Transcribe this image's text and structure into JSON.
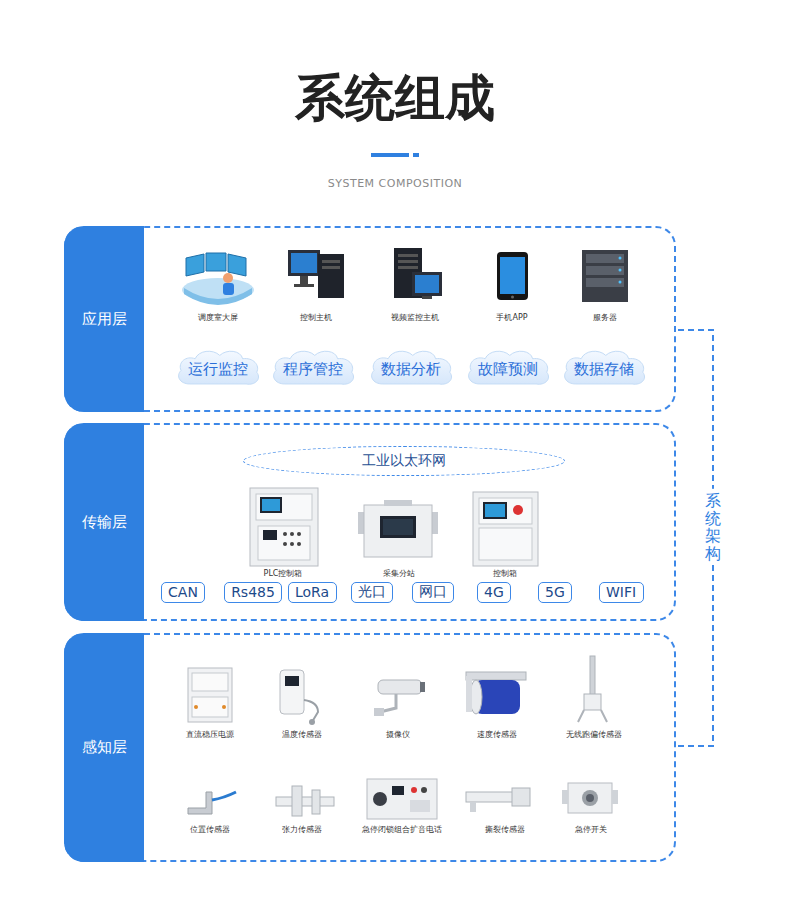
{
  "diagram": {
    "title": "系统组成",
    "nodes": [
      {
        "text": [
          "应用层"
        ]
      },
      {
        "text": [
          "运行监控"
        ],
        "in": 0
      },
      {
        "text": [
          "程序管控"
        ],
        "in": 0
      },
      {
        "text": [
          "数据分析"
        ],
        "in": 0
      },
      {
        "text": [
          "故障预测"
        ],
        "in": 0
      },
      {
        "text": [
          "数据存储"
        ],
        "in": 0
      },
      {
        "text": [
          "传输层"
        ]
      },
      {
        "text": [
          "工业以太环网"
        ],
        "in": 6
      },
      {
        "text": [
          "CAN"
        ],
        "in": 6
      },
      {
        "text": [
          "Rs485"
        ],
        "in": 6
      },
      {
        "text": [
          "LoRa"
        ],
        "in": 6
      },
      {
        "text": [
          "光口"
        ],
        "in": 6
      },
      {
        "text": [
          "网口"
        ],
        "in": 6
      },
      {
        "text": [
          "4G"
        ],
        "in": 6
      },
      {
        "text": [
          "5G"
        ],
        "in": 6
      },
      {
        "text": [
          "WIFI"
        ],
        "in": 6
      },
      {
        "text": [
          "感知层"
        ]
      }
    ],
    "labels": [
      "调度室大屏",
      "控制主机",
      "视频监控主机",
      "手机APP",
      "服务器",
      "PLC控制箱",
      "采集分站",
      "控制箱",
      "直流稳压电源",
      "温度传感器",
      "摄像仪",
      "速度传感器",
      "无线跑偏传感器",
      "位置传感器",
      "张力传感器",
      "急停闭锁组合扩音电话",
      "撕裂传感器",
      "急停开关",
      "系统架构",
      "SYSTEM COMPOSITION"
    ]
  }
}
